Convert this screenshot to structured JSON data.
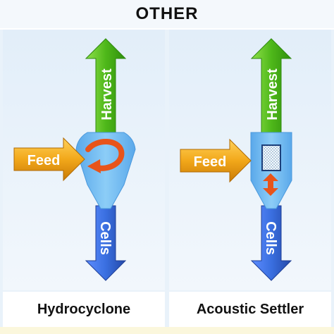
{
  "title": "OTHER",
  "panels": [
    {
      "label": "Hydrocyclone",
      "arrows": {
        "up": "Harvest",
        "in": "Feed",
        "down": "Cells"
      },
      "vessel": "hydrocyclone",
      "icons": [
        "swirl-arrow-icon"
      ]
    },
    {
      "label": "Acoustic Settler",
      "arrows": {
        "up": "Harvest",
        "in": "Feed",
        "down": "Cells"
      },
      "vessel": "acoustic-settler",
      "icons": [
        "acoustic-chamber-icon",
        "double-arrow-icon"
      ]
    }
  ],
  "colors": {
    "harvest": "#5cc21c",
    "feed": "#f2a81a",
    "cells": "#3a6fe0",
    "vessel": "#74bdf2",
    "swirl": "#e8541a"
  }
}
